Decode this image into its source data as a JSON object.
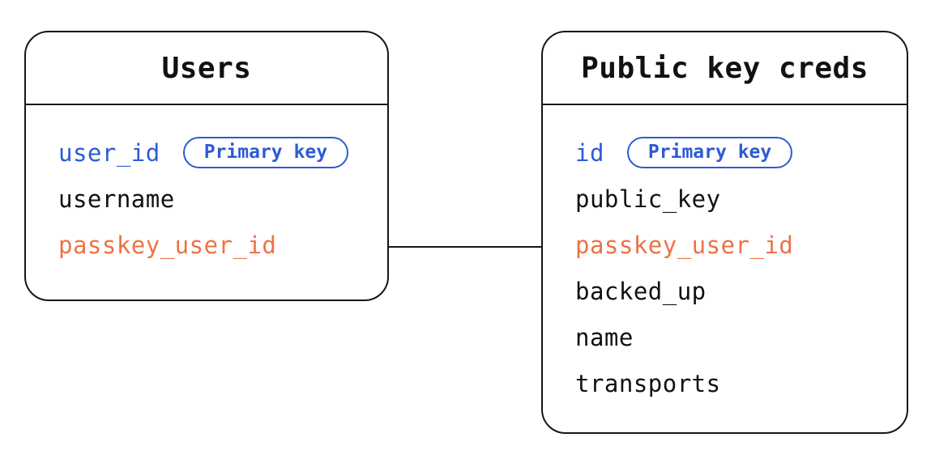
{
  "diagram_type": "entity-relationship",
  "colors": {
    "primary_key_blue": "#2d5bd3",
    "foreign_key_orange": "#ed7245",
    "line_black": "#161616",
    "background": "#ffffff"
  },
  "tables": [
    {
      "title": "Users",
      "fields": [
        {
          "name": "user_id",
          "role": "primary",
          "badge": "Primary key"
        },
        {
          "name": "username",
          "role": "normal"
        },
        {
          "name": "passkey_user_id",
          "role": "foreign"
        }
      ]
    },
    {
      "title": "Public key creds",
      "fields": [
        {
          "name": "id",
          "role": "primary",
          "badge": "Primary key"
        },
        {
          "name": "public_key",
          "role": "normal"
        },
        {
          "name": "passkey_user_id",
          "role": "foreign"
        },
        {
          "name": "backed_up",
          "role": "normal"
        },
        {
          "name": "name",
          "role": "normal"
        },
        {
          "name": "transports",
          "role": "normal"
        }
      ]
    }
  ],
  "relationship": {
    "from_table": "Users",
    "from_field": "passkey_user_id",
    "to_table": "Public key creds",
    "to_field": "passkey_user_id"
  }
}
